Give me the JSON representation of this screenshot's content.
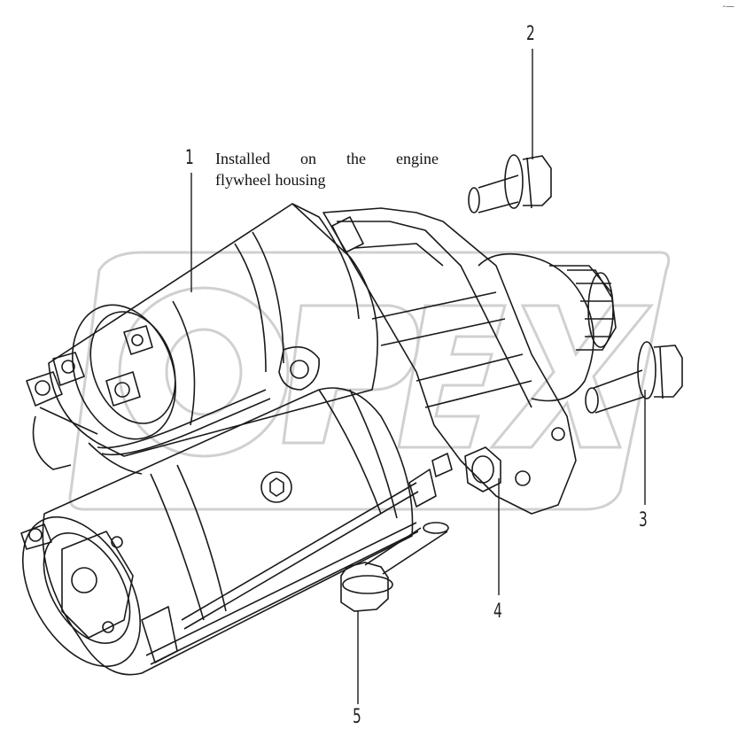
{
  "callouts": {
    "c1": "1",
    "c2": "2",
    "c3": "3",
    "c4": "4",
    "c5": "5"
  },
  "note": {
    "line1": "Installed on the engine",
    "line2": "flywheel housing"
  },
  "corner_mark": "-—",
  "watermark": "OPEX",
  "colors": {
    "line": "#1a1a1a",
    "watermark": "#d9d9d9"
  }
}
